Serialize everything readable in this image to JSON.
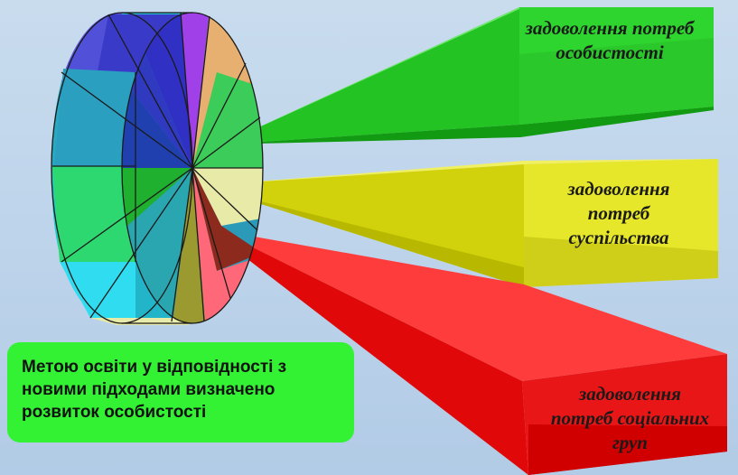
{
  "beams": {
    "green": {
      "lines": [
        "задоволення потреб",
        "особистості"
      ],
      "color": "#2fd52f"
    },
    "yellow": {
      "lines": [
        "задоволення",
        "потреб",
        "суспільства"
      ],
      "color": "#e6e62a"
    },
    "red": {
      "lines": [
        "задоволення",
        "потреб соціальних",
        "груп"
      ],
      "color": "#e81616"
    }
  },
  "note": {
    "lines": [
      "Метою освіти  у відповідності  з",
      "новими підходами  визначено",
      "розвиток особистості"
    ],
    "background": "#33f233"
  },
  "wheel": {
    "segment_colors": [
      "#6a5ad8",
      "#3a3ac8",
      "#a040e8",
      "#e8b070",
      "#e39a10",
      "#3ccc5a",
      "#e8eaa8",
      "#8c2a1e",
      "#ff6878",
      "#9a9a30",
      "#2aa6b0",
      "#2db84a"
    ],
    "rim_colors": [
      "#26d4e6",
      "#20a6c0",
      "#1ec7c7",
      "#30d8ee",
      "#2ad46a",
      "#1fb030",
      "#2040b0"
    ]
  }
}
